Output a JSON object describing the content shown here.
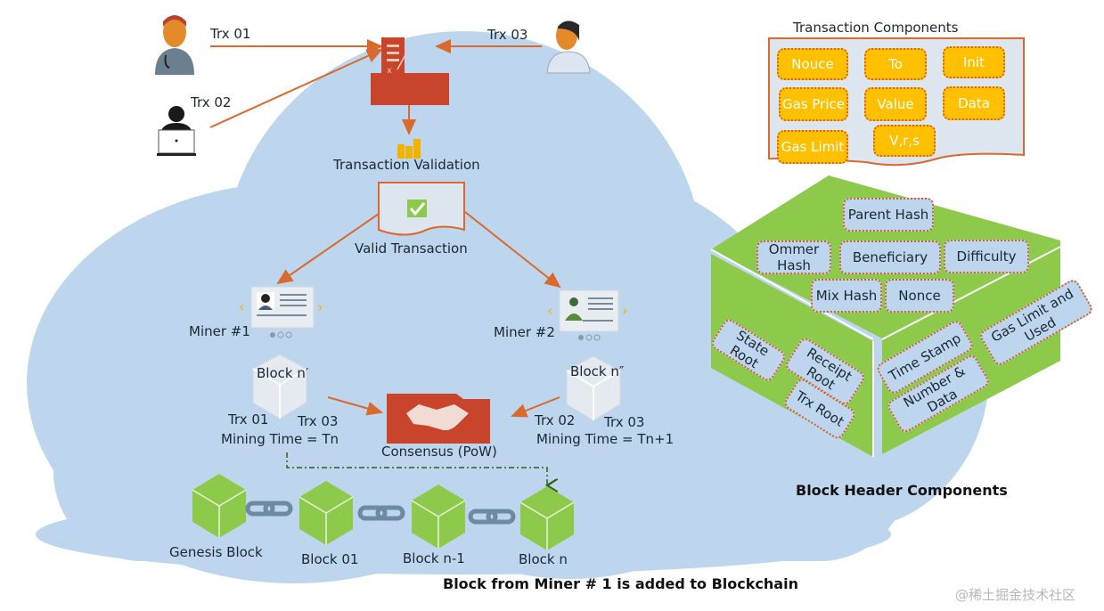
{
  "colors": {
    "cloud": "#bdd6ee",
    "arrow": "#d9692d",
    "orange_box": "#ffc000",
    "green_block": "#8dc94a",
    "header_box": "#bdd6ee",
    "server_red": "#c8442b"
  },
  "users": [
    {
      "name": "doctor",
      "trx": "Trx 01"
    },
    {
      "name": "laptop-user",
      "trx": "Trx 02"
    },
    {
      "name": "patient",
      "trx": "Trx 03"
    }
  ],
  "validation": {
    "label": "Transaction Validation",
    "valid_label": "Valid Transaction"
  },
  "miners": [
    {
      "label": "Miner #1",
      "block": "Block n′",
      "trx_a": "Trx 01",
      "trx_b": "Trx 03",
      "mining_time": "Mining Time = Tn"
    },
    {
      "label": "Miner #2",
      "block": "Block n″",
      "trx_a": "Trx 02",
      "trx_b": "Trx 03",
      "mining_time": "Mining Time = Tn+1"
    }
  ],
  "consensus": {
    "label": "Consensus (PoW)"
  },
  "chain": {
    "blocks": [
      "Genesis Block",
      "Block  01",
      "Block n-1",
      "Block n"
    ],
    "caption": "Block from Miner # 1 is added to Blockchain"
  },
  "transaction_components": {
    "title": "Transaction Components",
    "items": [
      "Nouce",
      "To",
      "Init",
      "Gas Price",
      "Value",
      "Data",
      "Gas Limit",
      "V,r,s"
    ]
  },
  "block_header": {
    "title": "Block Header Components",
    "top": [
      "Parent Hash",
      "Ommer Hash",
      "Beneficiary",
      "Difficulty",
      "Mix Hash",
      "Nonce"
    ],
    "left": [
      "State Root",
      "Receipt Root",
      "Trx Root"
    ],
    "right": [
      "Time Stamp",
      "Number & Data",
      "Gas Limit and Used"
    ]
  },
  "watermark": "@稀土掘金技术社区"
}
